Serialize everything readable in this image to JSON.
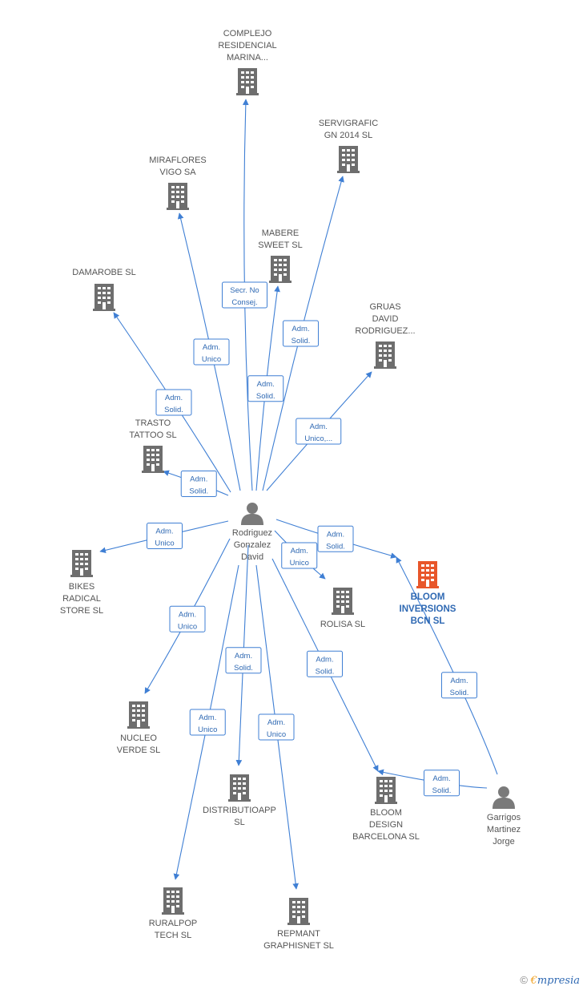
{
  "colors": {
    "edge": "#3f7fd4",
    "building": "#6e6e6e",
    "focus_building": "#e8562a",
    "person": "#7a7a7a"
  },
  "persons": [
    {
      "id": "rodriguez",
      "lines": [
        "Rodriguez",
        "Gonzalez",
        "David"
      ]
    },
    {
      "id": "garrigos",
      "lines": [
        "Garrigos",
        "Martinez",
        "Jorge"
      ]
    }
  ],
  "companies": [
    {
      "id": "complejo",
      "lines": [
        "COMPLEJO",
        "RESIDENCIAL",
        "MARINA..."
      ],
      "focus": false
    },
    {
      "id": "servigrafic",
      "lines": [
        "SERVIGRAFIC",
        "GN 2014  SL"
      ],
      "focus": false
    },
    {
      "id": "miraflores",
      "lines": [
        "MIRAFLORES",
        "VIGO SA"
      ],
      "focus": false
    },
    {
      "id": "mabere",
      "lines": [
        "MABERE",
        "SWEET  SL"
      ],
      "focus": false
    },
    {
      "id": "damarobe",
      "lines": [
        "DAMAROBE  SL"
      ],
      "focus": false
    },
    {
      "id": "gruas",
      "lines": [
        "GRUAS",
        "DAVID",
        "RODRIGUEZ..."
      ],
      "focus": false
    },
    {
      "id": "trasto",
      "lines": [
        "TRASTO",
        "TATTOO SL"
      ],
      "focus": false
    },
    {
      "id": "bikes",
      "lines": [
        "BIKES",
        "RADICAL",
        "STORE SL"
      ],
      "focus": false
    },
    {
      "id": "rolisa",
      "lines": [
        "ROLISA  SL"
      ],
      "focus": false
    },
    {
      "id": "bloom_inv",
      "lines": [
        "BLOOM",
        "INVERSIONS",
        "BCN  SL"
      ],
      "focus": true
    },
    {
      "id": "nucleo",
      "lines": [
        "NUCLEO",
        "VERDE SL"
      ],
      "focus": false
    },
    {
      "id": "distributio",
      "lines": [
        "DISTRIBUTIOAPP",
        "SL"
      ],
      "focus": false
    },
    {
      "id": "bloom_design",
      "lines": [
        "BLOOM",
        "DESIGN",
        "BARCELONA SL"
      ],
      "focus": false
    },
    {
      "id": "ruralpop",
      "lines": [
        "RURALPOP",
        "TECH  SL"
      ],
      "focus": false
    },
    {
      "id": "repmant",
      "lines": [
        "REPMANT",
        "GRAPHISNET SL"
      ],
      "focus": false
    }
  ],
  "relations": [
    {
      "from": "rodriguez",
      "to": "complejo",
      "role": [
        "Secr.  No",
        "Consej."
      ]
    },
    {
      "from": "rodriguez",
      "to": "servigrafic",
      "role": [
        "Adm.",
        "Solid."
      ]
    },
    {
      "from": "rodriguez",
      "to": "miraflores",
      "role": [
        "Adm.",
        "Unico"
      ]
    },
    {
      "from": "rodriguez",
      "to": "mabere",
      "role": [
        "Adm.",
        "Solid."
      ]
    },
    {
      "from": "rodriguez",
      "to": "damarobe",
      "role": [
        "Adm.",
        "Solid."
      ]
    },
    {
      "from": "rodriguez",
      "to": "gruas",
      "role": [
        "Adm.",
        "Unico,..."
      ]
    },
    {
      "from": "rodriguez",
      "to": "trasto",
      "role": [
        "Adm.",
        "Solid."
      ]
    },
    {
      "from": "rodriguez",
      "to": "bikes",
      "role": [
        "Adm.",
        "Unico"
      ]
    },
    {
      "from": "rodriguez",
      "to": "rolisa",
      "role": [
        "Adm.",
        "Unico"
      ]
    },
    {
      "from": "rodriguez",
      "to": "bloom_inv",
      "role": [
        "Adm.",
        "Solid."
      ]
    },
    {
      "from": "rodriguez",
      "to": "nucleo",
      "role": [
        "Adm.",
        "Unico"
      ]
    },
    {
      "from": "rodriguez",
      "to": "distributio",
      "role": [
        "Adm.",
        "Solid."
      ]
    },
    {
      "from": "rodriguez",
      "to": "bloom_design",
      "role": [
        "Adm.",
        "Solid."
      ]
    },
    {
      "from": "rodriguez",
      "to": "ruralpop",
      "role": [
        "Adm.",
        "Unico"
      ]
    },
    {
      "from": "rodriguez",
      "to": "repmant",
      "role": [
        "Adm.",
        "Unico"
      ]
    },
    {
      "from": "garrigos",
      "to": "bloom_inv",
      "role": [
        "Adm.",
        "Solid."
      ]
    },
    {
      "from": "garrigos",
      "to": "bloom_design",
      "role": [
        "Adm.",
        "Solid."
      ]
    }
  ],
  "footer": {
    "copyright": "©",
    "brand_first": "€",
    "brand_rest": "mpresia"
  }
}
